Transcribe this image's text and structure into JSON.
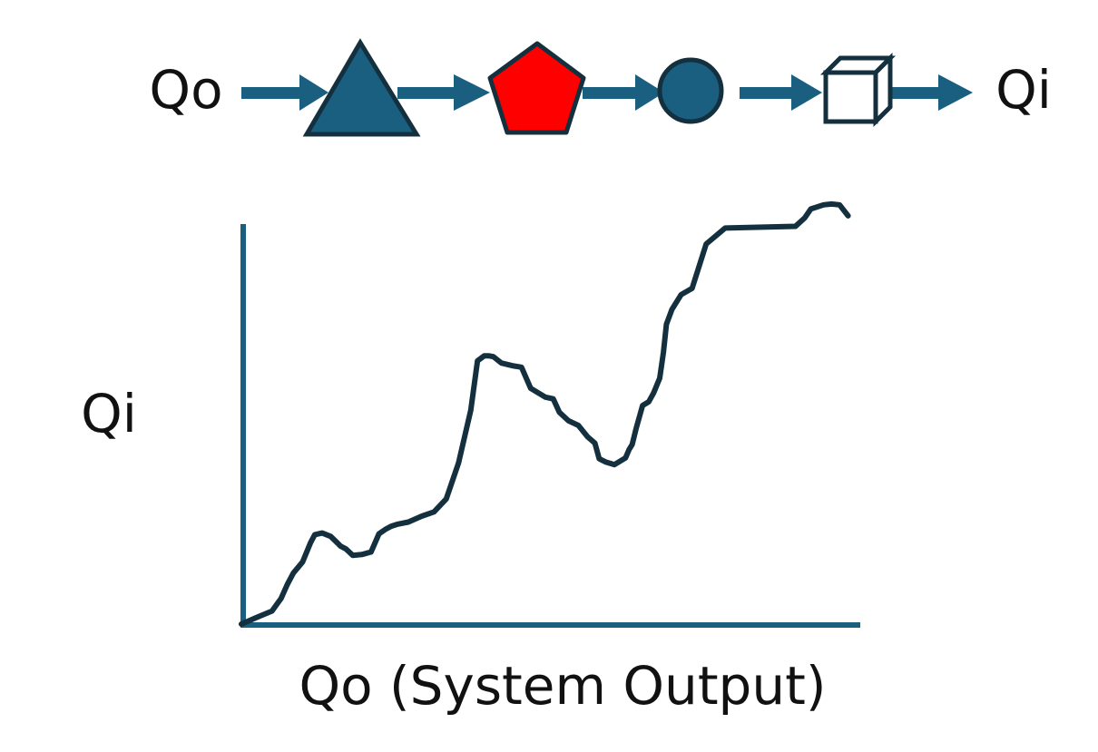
{
  "flow": {
    "input_label": "Qo",
    "output_label": "Qi",
    "stages": [
      {
        "shape": "triangle",
        "color": "#1a5e80"
      },
      {
        "shape": "pentagon",
        "color": "#ff0000"
      },
      {
        "shape": "circle",
        "color": "#1a5e80"
      },
      {
        "shape": "cube",
        "color": "#ffffff"
      }
    ],
    "arrow_color": "#1a5e80",
    "outline_color": "#14303f"
  },
  "chart_data": {
    "type": "line",
    "xlabel": "Qo (System Output)",
    "ylabel": "Qi",
    "axis_color": "#1a5e80",
    "line_color": "#14303f",
    "x": [
      0,
      2.5,
      5,
      6.5,
      7.5,
      8.5,
      10,
      11.3,
      12,
      13.2,
      14.6,
      15.8,
      16.2,
      17.1,
      18.2,
      19.7,
      21.2,
      22.5,
      23.5,
      24.5,
      25.6,
      27.3,
      29.5,
      31.5,
      33.5,
      35.5,
      37.5,
      38.6,
      39.7,
      40.5,
      41.2,
      42.5,
      44.5,
      45.8,
      47.3,
      49.7,
      51,
      52,
      53.5,
      55.1,
      56.6,
      57.8,
      58.5,
      59.6,
      61,
      62.8,
      63.4,
      63.9,
      64.5,
      65.6,
      66.6,
      67.4,
      68.4,
      69,
      69.5,
      70.4,
      71.9,
      73.7,
      76,
      79.1,
      90.6,
      92.1,
      93.1,
      95.2,
      96.5,
      97.8,
      99.2
    ],
    "y": [
      0,
      1.6,
      3.1,
      6.1,
      9.4,
      12.1,
      14.7,
      19.3,
      21.2,
      21.6,
      20.8,
      19.1,
      18.5,
      17.8,
      16.3,
      16.5,
      17.1,
      21.4,
      22.4,
      23.2,
      23.7,
      24.2,
      25.6,
      26.6,
      29.7,
      38.2,
      50.7,
      62.4,
      63.6,
      63.6,
      63.4,
      61.9,
      61.2,
      60.9,
      55.9,
      53.8,
      53.4,
      50.2,
      48.2,
      47.1,
      44.4,
      42.9,
      39.2,
      38.4,
      37.8,
      39.4,
      41.4,
      42.6,
      46.1,
      51.8,
      52.7,
      54.8,
      58.3,
      64.4,
      71.1,
      74.6,
      78.1,
      79.6,
      90.1,
      93.9,
      94.3,
      96.3,
      98.4,
      99.4,
      99.6,
      99.4,
      96.8
    ],
    "xlim": [
      0,
      100
    ],
    "ylim": [
      0,
      100
    ]
  }
}
